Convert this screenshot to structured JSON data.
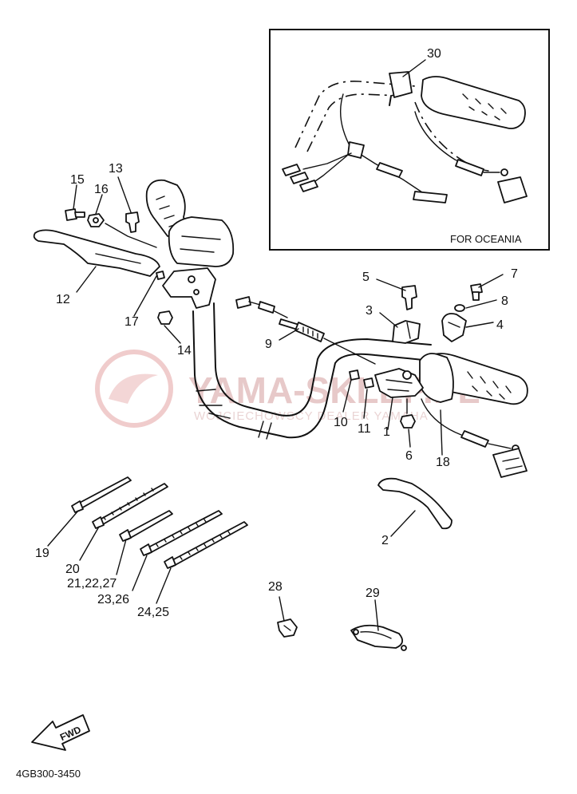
{
  "watermark": {
    "brand": "YAMA-SKLEP.PL",
    "sub": "WOJCIECHOWSCY DEALER YAMAHA"
  },
  "inset": {
    "caption": "FOR OCEANIA",
    "part_label": "30"
  },
  "part_labels": {
    "p2": "2",
    "p3": "3",
    "p4": "4",
    "p5": "5",
    "p6": "6",
    "p7": "7",
    "p8": "8",
    "p9": "9",
    "p10": "10",
    "p11": "11",
    "p1": "1",
    "p12": "12",
    "p13": "13",
    "p14": "14",
    "p15": "15",
    "p16": "16",
    "p17": "17",
    "p18": "18",
    "p19": "19",
    "p20": "20",
    "p21": "21,22,27",
    "p23": "23,26",
    "p24": "24,25",
    "p28": "28",
    "p29": "29"
  },
  "fwd_label": "FWD",
  "diagram_code": "4GB300-3450"
}
